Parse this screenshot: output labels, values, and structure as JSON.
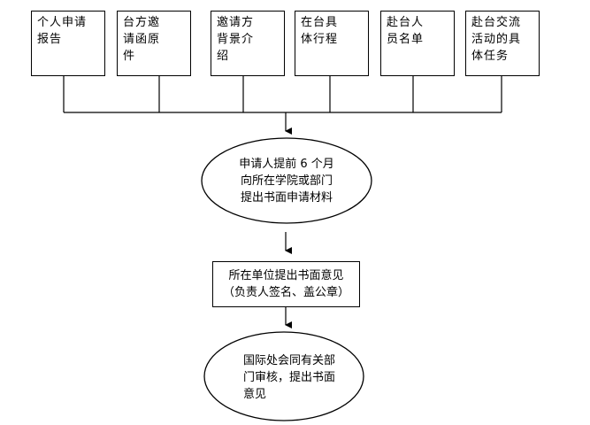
{
  "materials": [
    {
      "lines": [
        "个人申请",
        "报告"
      ]
    },
    {
      "lines": [
        "台方邀",
        "请函原",
        "件"
      ]
    },
    {
      "lines": [
        "邀请方",
        "背景介",
        "绍"
      ]
    },
    {
      "lines": [
        "在台具",
        "体行程"
      ]
    },
    {
      "lines": [
        "赴台人",
        "员名单"
      ]
    },
    {
      "lines": [
        "赴台交流",
        "活动的具",
        "体任务"
      ]
    }
  ],
  "step1": {
    "lines": [
      "申请人提前 6 个月",
      "向所在学院或部门",
      "提出书面申请材料"
    ]
  },
  "step2": {
    "lines": [
      "所在单位提出书面意见",
      "（负责人签名、盖公章）"
    ]
  },
  "step3": {
    "lines": [
      "国际处会同有关部",
      "门审核，提出书面",
      "意见"
    ]
  }
}
